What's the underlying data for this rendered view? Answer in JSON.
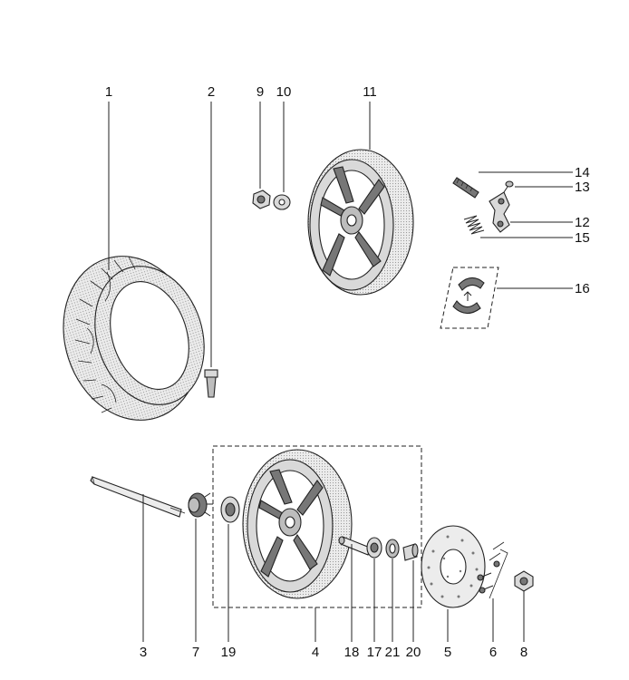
{
  "callouts": [
    {
      "id": "1"
    },
    {
      "id": "2"
    },
    {
      "id": "9"
    },
    {
      "id": "10"
    },
    {
      "id": "11"
    },
    {
      "id": "14"
    },
    {
      "id": "13"
    },
    {
      "id": "12"
    },
    {
      "id": "15"
    },
    {
      "id": "16"
    },
    {
      "id": "3"
    },
    {
      "id": "7"
    },
    {
      "id": "19"
    },
    {
      "id": "4"
    },
    {
      "id": "18"
    },
    {
      "id": "17"
    },
    {
      "id": "21"
    },
    {
      "id": "20"
    },
    {
      "id": "5"
    },
    {
      "id": "6"
    },
    {
      "id": "8"
    }
  ],
  "colors": {
    "line": "#222222",
    "shade": "#d9d9d9",
    "dark": "#777777",
    "tread": "#bdbdbd"
  }
}
